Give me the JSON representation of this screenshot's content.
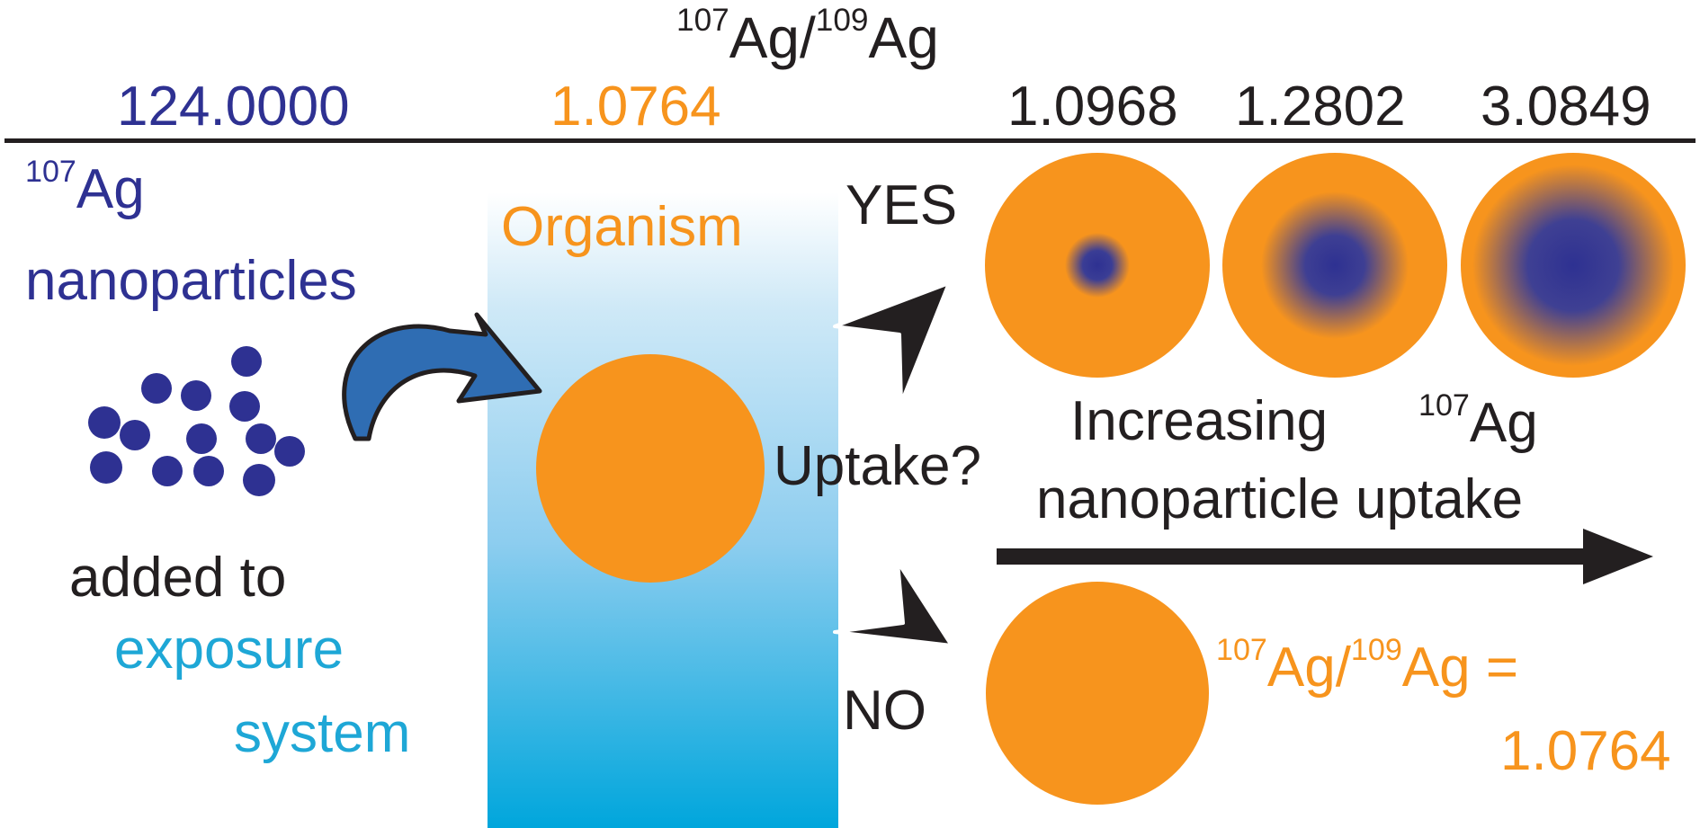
{
  "header": {
    "ratio_title_mass_a": "107",
    "ratio_title_elem_a": "Ag/",
    "ratio_title_mass_b": "109",
    "ratio_title_elem_b": "Ag",
    "ratios": [
      "124.0000",
      "1.0764",
      "1.0968",
      "1.2802",
      "3.0849"
    ]
  },
  "left": {
    "isotope_mass": "107",
    "isotope_elem": "Ag",
    "nanoparticles": "nanoparticles",
    "added_to": "added to",
    "exposure": "exposure",
    "system": "system"
  },
  "middle": {
    "organism": "Organism",
    "uptake_question": "Uptake?",
    "yes": "YES",
    "no": "NO"
  },
  "right": {
    "increasing": "Increasing",
    "label_mass": "107",
    "label_elem": "Ag",
    "nanoparticle_uptake": "nanoparticle uptake",
    "result_mass_a": "107",
    "result_elem_a": "Ag/",
    "result_mass_b": "109",
    "result_elem_b": "Ag =",
    "result_value": "1.0764"
  },
  "colors": {
    "purple": "#2e3192",
    "orange": "#f7941d",
    "cyan": "#1ea7d6",
    "arrow_blue": "#2f6db3",
    "dark": "#231f20"
  }
}
